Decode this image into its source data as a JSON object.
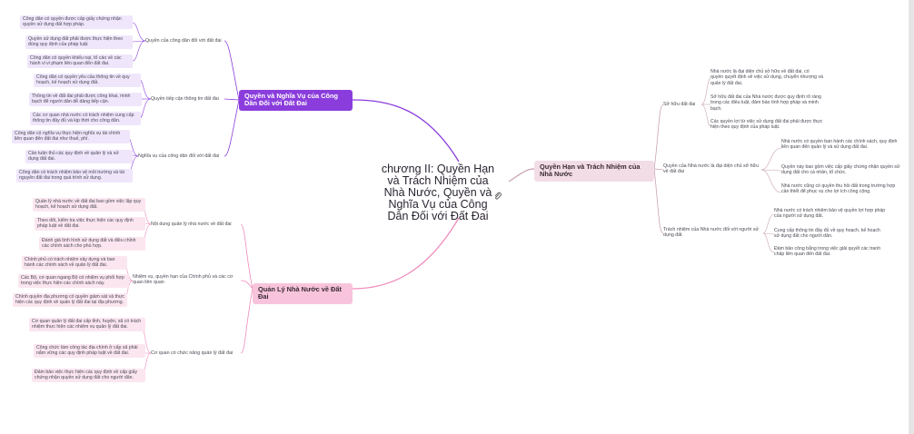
{
  "center": {
    "title": "chương II: Quyền Hạn và Trách Nhiệm của Nhà Nước, Quyền và Nghĩa Vụ của Công Dân Đối với Đất Đai"
  },
  "branch_citizen": {
    "label": "Quyền và Nghĩa Vụ của Công Dân Đối với Đất Đai",
    "groups": [
      {
        "label": "Quyền của công dân đối với đất đai",
        "leaves": [
          "Công dân có quyền được cấp giấy chứng nhận quyền sử dụng đất hợp pháp.",
          "Quyền sử dụng đất phải được thực hiện theo đúng quy định của pháp luật.",
          "Công dân có quyền khiếu nại, tố cáo về các hành vi vi phạm liên quan đến đất đai."
        ]
      },
      {
        "label": "Quyền tiếp cận thông tin đất đai",
        "leaves": [
          "Công dân có quyền yêu cầu thông tin về quy hoạch, kế hoạch sử dụng đất.",
          "Thông tin về đất đai phải được công khai, minh bạch để người dân dễ dàng tiếp cận.",
          "Các cơ quan nhà nước có trách nhiệm cung cấp thông tin đầy đủ và kịp thời cho công dân."
        ]
      },
      {
        "label": "Nghĩa vụ của công dân đối với đất đai",
        "leaves": [
          "Công dân có nghĩa vụ thực hiện nghĩa vụ tài chính liên quan đến đất đai như thuế, phí.",
          "Cần tuân thủ các quy định về quản lý và sử dụng đất đai.",
          "Công dân có trách nhiệm bảo vệ môi trường và tài nguyên đất đai trong quá trình sử dụng."
        ]
      }
    ]
  },
  "branch_mgmt": {
    "label": "Quản Lý Nhà Nước về Đất Đai",
    "groups": [
      {
        "label": "Nội dung quản lý nhà nước về đất đai",
        "leaves": [
          "Quản lý nhà nước về đất đai bao gồm việc lập quy hoạch, kế hoạch sử dụng đất.",
          "Theo dõi, kiểm tra việc thực hiện các quy định pháp luật về đất đai.",
          "Đánh giá tình hình sử dụng đất và điều chỉnh các chính sách cho phù hợp."
        ]
      },
      {
        "label": "Nhiệm vụ, quyền hạn của Chính phủ và các cơ quan liên quan",
        "leaves": [
          "Chính phủ có trách nhiệm xây dựng và ban hành các chính sách về quản lý đất đai.",
          "Các Bộ, cơ quan ngang Bộ có nhiệm vụ phối hợp trong việc thực hiện các chính sách này.",
          "Chính quyền địa phương có quyền giám sát và thực hiện các quy định về quản lý đất đai tại địa phương."
        ]
      },
      {
        "label": "Cơ quan có chức năng quản lý đất đai",
        "leaves": [
          "Cơ quan quản lý đất đai cấp tỉnh, huyện, xã có trách nhiệm thực hiện các nhiệm vụ quản lý đất đai.",
          "Công chức làm công tác địa chính ở cấp xã phải nắm vững các quy định pháp luật về đất đai.",
          "Đảm bảo việc thực hiện các quy định về cấp giấy chứng nhận quyền sử dụng đất cho người dân."
        ]
      }
    ]
  },
  "branch_state": {
    "label": "Quyền Hạn và Trách Nhiệm của Nhà Nước",
    "groups": [
      {
        "label": "Sở hữu đất đai",
        "leaves": [
          "Nhà nước là đại diện chủ sở hữu về đất đai, có quyền quyết định về việc sử dụng, chuyển nhượng và quản lý đất đai.",
          "Sở hữu đất đai của Nhà nước được quy định rõ ràng trong các điều luật, đảm bảo tính hợp pháp và minh bạch.",
          "Các quyền lợi từ việc sử dụng đất đai phải được thực hiện theo quy định của pháp luật."
        ]
      },
      {
        "label": "Quyền của Nhà nước là đại diện chủ sở hữu về đất đai",
        "leaves": [
          "Nhà nước có quyền ban hành các chính sách, quy định liên quan đến quản lý và sử dụng đất đai.",
          "Quyền này bao gồm việc cấp giấy chứng nhận quyền sử dụng đất cho cá nhân, tổ chức.",
          "Nhà nước cũng có quyền thu hồi đất trong trường hợp cần thiết để phục vụ cho lợi ích công cộng."
        ]
      },
      {
        "label": "Trách nhiệm của Nhà nước đối với người sử dụng đất",
        "leaves": [
          "Nhà nước có trách nhiệm bảo vệ quyền lợi hợp pháp của người sử dụng đất.",
          "Cung cấp thông tin đầy đủ về quy hoạch, kế hoạch sử dụng đất cho người dân.",
          "Đảm bảo công bằng trong việc giải quyết các tranh chấp liên quan đến đất đai."
        ]
      }
    ]
  },
  "colors": {
    "purple": "#8a3ddc",
    "pink": "#f08cbc",
    "rose": "#c9a3b4",
    "leaf_purple": "#efe6fb",
    "leaf_pink": "#fbe6f0"
  },
  "icons": {
    "clip": "paperclip-icon"
  }
}
